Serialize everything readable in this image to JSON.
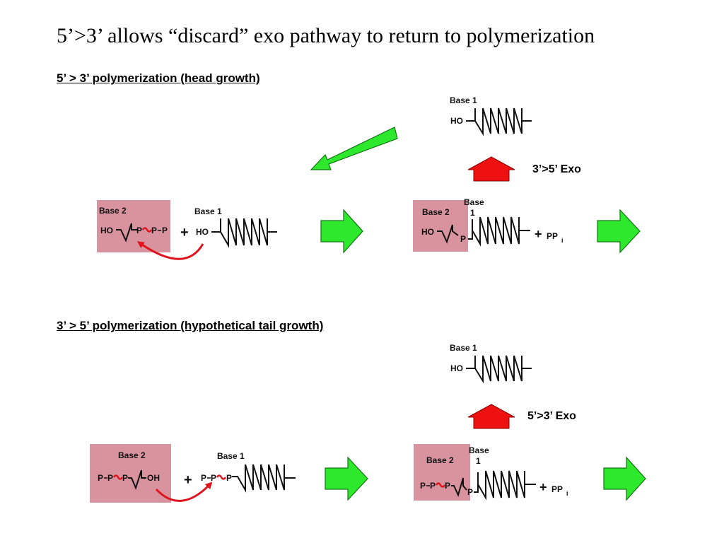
{
  "title": "5’>3’ allows “discard” exo pathway to return to polymerization",
  "colors": {
    "nucleotide_box": "#d9939f",
    "forward_arrow": "#2ee82e",
    "exo_arrow": "#ee1111",
    "bond_and_attack": "#e0141e",
    "ink": "#111111"
  },
  "top_section": {
    "heading": "5’ > 3’ polymerization (head growth)",
    "exo_label": "3’>5’ Exo",
    "exo_product": {
      "base_label": "Base 1",
      "end_label": "HO"
    },
    "reactant_nucleotide": {
      "base_label": "Base 2",
      "ho_label": "HO",
      "p1": "P",
      "p2": "P",
      "p3": "P"
    },
    "plus": "+",
    "reactant_strand": {
      "base_label": "Base 1",
      "end_label": "HO"
    },
    "product": {
      "base2_label": "Base 2",
      "ho_label": "HO",
      "base1_label_line1": "Base",
      "base1_label_line2": "1",
      "p_label": "P",
      "plus": "+",
      "ppi_label": "PP",
      "ppi_subscript": "i"
    }
  },
  "bottom_section": {
    "heading": "3’ > 5’ polymerization (hypothetical tail growth)",
    "exo_label": "5’>3’ Exo",
    "exo_product": {
      "base_label": "Base 1",
      "end_label": "HO"
    },
    "reactant_nucleotide": {
      "base_label": "Base 2",
      "p1": "P",
      "p2": "P",
      "p3": "P",
      "oh_label": "OH"
    },
    "plus": "+",
    "reactant_strand": {
      "base_label": "Base 1",
      "p1": "P",
      "p2": "P"
    },
    "product": {
      "base2_label": "Base 2",
      "p1": "P",
      "p2": "P",
      "p3": "P",
      "base1_label_line1": "Base",
      "base1_label_line2": "1",
      "p_label": "P",
      "plus": "+",
      "ppi_label": "PP",
      "ppi_subscript": "i"
    }
  }
}
